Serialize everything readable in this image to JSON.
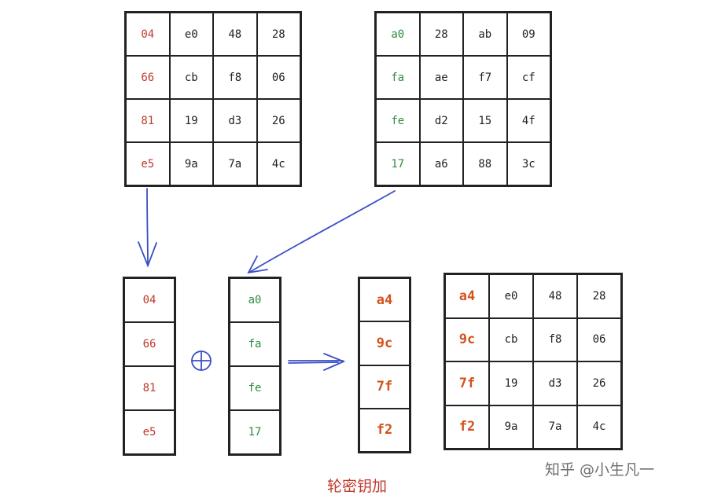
{
  "matrix_state": {
    "rows": [
      [
        {
          "v": "04",
          "c": "red"
        },
        {
          "v": "e0",
          "c": ""
        },
        {
          "v": "48",
          "c": ""
        },
        {
          "v": "28",
          "c": ""
        }
      ],
      [
        {
          "v": "66",
          "c": "red"
        },
        {
          "v": "cb",
          "c": ""
        },
        {
          "v": "f8",
          "c": ""
        },
        {
          "v": "06",
          "c": ""
        }
      ],
      [
        {
          "v": "81",
          "c": "red"
        },
        {
          "v": "19",
          "c": ""
        },
        {
          "v": "d3",
          "c": ""
        },
        {
          "v": "26",
          "c": ""
        }
      ],
      [
        {
          "v": "e5",
          "c": "red"
        },
        {
          "v": "9a",
          "c": ""
        },
        {
          "v": "7a",
          "c": ""
        },
        {
          "v": "4c",
          "c": ""
        }
      ]
    ]
  },
  "matrix_key": {
    "rows": [
      [
        {
          "v": "a0",
          "c": "green"
        },
        {
          "v": "28",
          "c": ""
        },
        {
          "v": "ab",
          "c": ""
        },
        {
          "v": "09",
          "c": ""
        }
      ],
      [
        {
          "v": "fa",
          "c": "green"
        },
        {
          "v": "ae",
          "c": ""
        },
        {
          "v": "f7",
          "c": ""
        },
        {
          "v": "cf",
          "c": ""
        }
      ],
      [
        {
          "v": "fe",
          "c": "green"
        },
        {
          "v": "d2",
          "c": ""
        },
        {
          "v": "15",
          "c": ""
        },
        {
          "v": "4f",
          "c": ""
        }
      ],
      [
        {
          "v": "17",
          "c": "green"
        },
        {
          "v": "a6",
          "c": ""
        },
        {
          "v": "88",
          "c": ""
        },
        {
          "v": "3c",
          "c": ""
        }
      ]
    ]
  },
  "column_state": [
    {
      "v": "04",
      "c": "red"
    },
    {
      "v": "66",
      "c": "red"
    },
    {
      "v": "81",
      "c": "red"
    },
    {
      "v": "e5",
      "c": "red"
    }
  ],
  "column_key": [
    {
      "v": "a0",
      "c": "green"
    },
    {
      "v": "fa",
      "c": "green"
    },
    {
      "v": "fe",
      "c": "green"
    },
    {
      "v": "17",
      "c": "green"
    }
  ],
  "column_result": [
    {
      "v": "a4",
      "c": "orange"
    },
    {
      "v": "9c",
      "c": "orange"
    },
    {
      "v": "7f",
      "c": "orange"
    },
    {
      "v": "f2",
      "c": "orange"
    }
  ],
  "matrix_result": {
    "rows": [
      [
        {
          "v": "a4",
          "c": "orange"
        },
        {
          "v": "e0",
          "c": ""
        },
        {
          "v": "48",
          "c": ""
        },
        {
          "v": "28",
          "c": ""
        }
      ],
      [
        {
          "v": "9c",
          "c": "orange"
        },
        {
          "v": "cb",
          "c": ""
        },
        {
          "v": "f8",
          "c": ""
        },
        {
          "v": "06",
          "c": ""
        }
      ],
      [
        {
          "v": "7f",
          "c": "orange"
        },
        {
          "v": "19",
          "c": ""
        },
        {
          "v": "d3",
          "c": ""
        },
        {
          "v": "26",
          "c": ""
        }
      ],
      [
        {
          "v": "f2",
          "c": "orange"
        },
        {
          "v": "9a",
          "c": ""
        },
        {
          "v": "7a",
          "c": ""
        },
        {
          "v": "4c",
          "c": ""
        }
      ]
    ]
  },
  "caption": "轮密钥加",
  "watermark": "知乎 @小生凡一",
  "colors": {
    "arrow": "#3a4fc4",
    "red": "#c0392b",
    "green": "#2e8b3e",
    "orange": "#d2521c"
  }
}
